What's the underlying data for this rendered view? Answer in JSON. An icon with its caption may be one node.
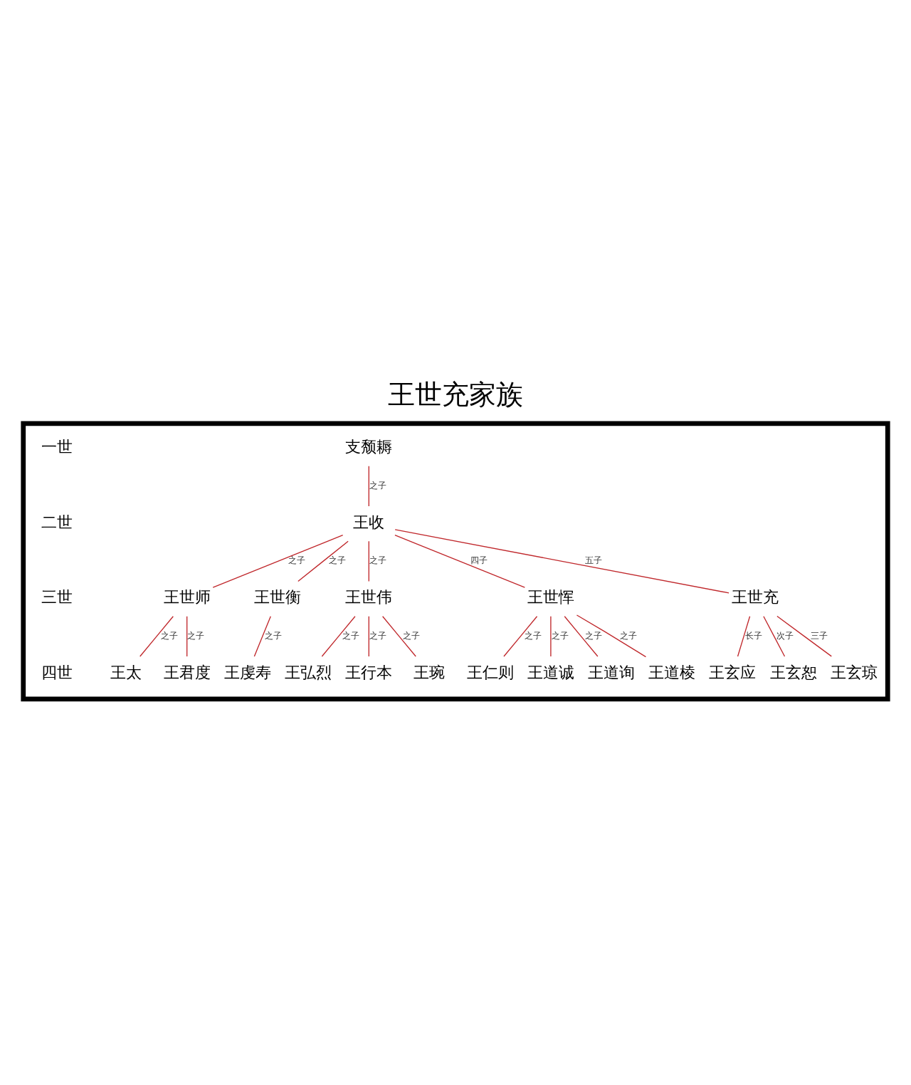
{
  "diagram": {
    "title": "王世充家族",
    "nodes": [
      {
        "text": [],
        "shape": "box"
      },
      {
        "text": [
          "支颓耨"
        ],
        "in": 0
      },
      {
        "text": [
          "王收"
        ],
        "in": 0
      },
      {
        "text": [
          "王世师"
        ],
        "in": 0
      },
      {
        "text": [
          "王世衡"
        ],
        "in": 0
      },
      {
        "text": [
          "王世伟"
        ],
        "in": 0
      },
      {
        "text": [
          "王世恽"
        ],
        "in": 0
      },
      {
        "text": [
          "王世充"
        ],
        "in": 0
      },
      {
        "text": [
          "王太"
        ],
        "in": 0
      },
      {
        "text": [
          "王君度"
        ],
        "in": 0
      },
      {
        "text": [
          "王虔寿"
        ],
        "in": 0
      },
      {
        "text": [
          "王弘烈"
        ],
        "in": 0
      },
      {
        "text": [
          "王行本"
        ],
        "in": 0
      },
      {
        "text": [
          "王琬"
        ],
        "in": 0
      },
      {
        "text": [
          "王仁则"
        ],
        "in": 0
      },
      {
        "text": [
          "王道诚"
        ],
        "in": 0
      },
      {
        "text": [
          "王道询"
        ],
        "in": 0
      },
      {
        "text": [
          "王道棱"
        ],
        "in": 0
      },
      {
        "text": [
          "王玄应"
        ],
        "in": 0
      },
      {
        "text": [
          "王玄恕"
        ],
        "in": 0
      },
      {
        "text": [
          "王玄琼"
        ],
        "in": 0
      }
    ],
    "edges": [
      {
        "from": 1,
        "to": 2,
        "arrow": "none",
        "label": "之子"
      },
      {
        "from": 2,
        "to": 3,
        "arrow": "none",
        "label": "之子"
      },
      {
        "from": 2,
        "to": 4,
        "arrow": "none",
        "label": "之子"
      },
      {
        "from": 2,
        "to": 5,
        "arrow": "none",
        "label": "之子"
      },
      {
        "from": 2,
        "to": 6,
        "arrow": "none",
        "label": "四子"
      },
      {
        "from": 2,
        "to": 7,
        "arrow": "none",
        "label": "五子"
      },
      {
        "from": 3,
        "to": 8,
        "arrow": "none",
        "label": "之子"
      },
      {
        "from": 3,
        "to": 9,
        "arrow": "none",
        "label": "之子"
      },
      {
        "from": 4,
        "to": 10,
        "arrow": "none",
        "label": "之子"
      },
      {
        "from": 5,
        "to": 11,
        "arrow": "none",
        "label": "之子"
      },
      {
        "from": 5,
        "to": 12,
        "arrow": "none",
        "label": "之子"
      },
      {
        "from": 5,
        "to": 13,
        "arrow": "none",
        "label": "之子"
      },
      {
        "from": 6,
        "to": 14,
        "arrow": "none",
        "label": "之子"
      },
      {
        "from": 6,
        "to": 15,
        "arrow": "none",
        "label": "之子"
      },
      {
        "from": 6,
        "to": 16,
        "arrow": "none",
        "label": "之子"
      },
      {
        "from": 6,
        "to": 17,
        "arrow": "none",
        "label": "之子"
      },
      {
        "from": 7,
        "to": 18,
        "arrow": "none",
        "label": "长子"
      },
      {
        "from": 7,
        "to": 19,
        "arrow": "none",
        "label": "次子"
      },
      {
        "from": 7,
        "to": 20,
        "arrow": "none",
        "label": "三子"
      }
    ],
    "labels": [
      "一世",
      "二世",
      "三世",
      "四世"
    ]
  }
}
